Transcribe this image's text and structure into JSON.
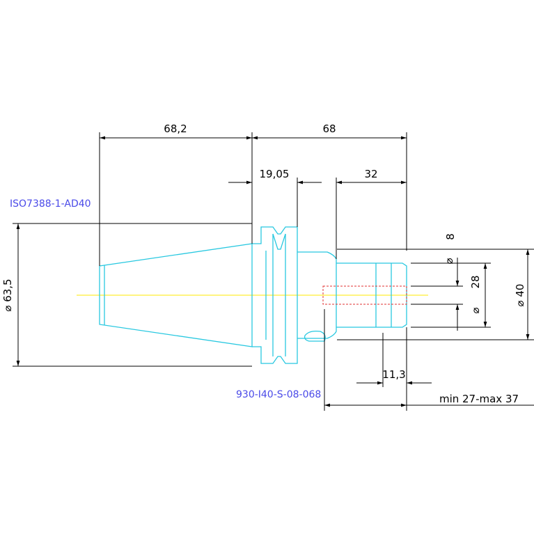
{
  "colors": {
    "part_outline": "#28c8e0",
    "dimension_line": "#000000",
    "centerline": "#ffe800",
    "hidden_bore": "#e03030",
    "note_text": "#4a4ae8"
  },
  "dimensions": {
    "overall_taper_length": "68,2",
    "body_length": "68",
    "flange_width": "19,05",
    "shank_length": "32",
    "flange_diameter": "⌀ 63,5",
    "diameter_8": "8",
    "diameter_sym_8": "⌀",
    "diameter_28": "28",
    "diameter_sym_28": "⌀",
    "diameter_40": "⌀ 40",
    "stroke_11_3": "11,3",
    "clamping_range": "min 27-max 37"
  },
  "notes": {
    "standard": "ISO7388-1-AD40",
    "part_number": "930-I40-S-08-068"
  }
}
